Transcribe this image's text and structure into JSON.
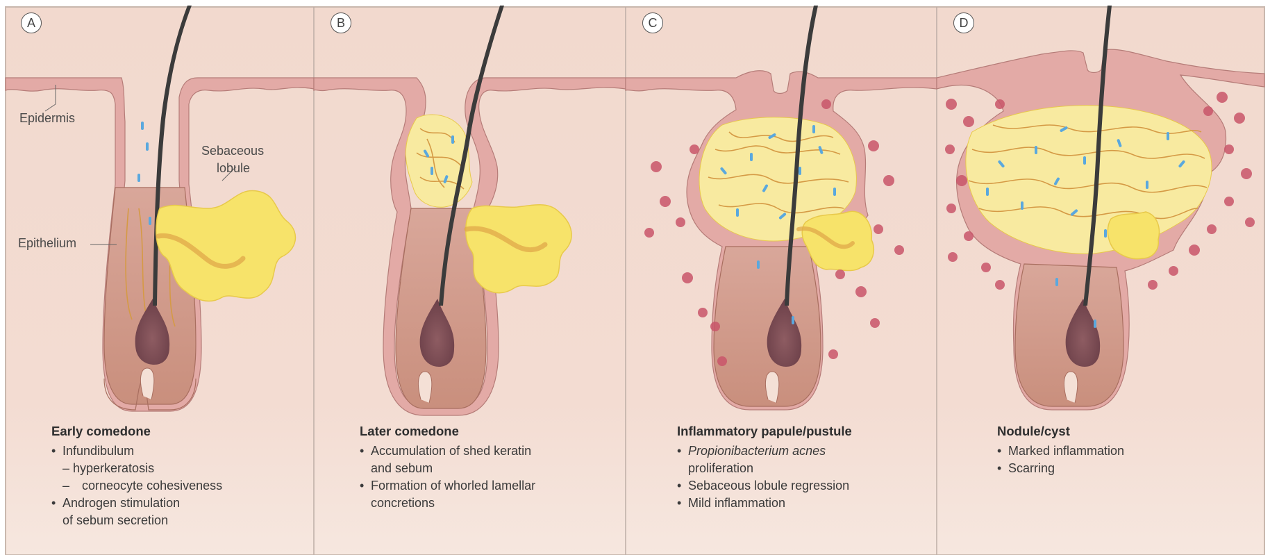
{
  "panels": [
    {
      "letter": "A",
      "caption_title": "Early comedone",
      "labels": {
        "epidermis": "Epidermis",
        "sebaceous_1": "Sebaceous",
        "sebaceous_2": "lobule",
        "epithelium": "Epithelium"
      },
      "bullet1": "Infundibulum",
      "dash1": "– hyperkeratosis",
      "dash2_mark": "–",
      "dash2_text": "corneocyte cohesiveness",
      "bullet2_line1": "Androgen stimulation",
      "bullet2_line2": "of sebum secretion"
    },
    {
      "letter": "B",
      "caption_title": "Later comedone",
      "bullet1_line1": "Accumulation of shed keratin",
      "bullet1_line2": "and sebum",
      "bullet2_line1": "Formation of whorled lamellar",
      "bullet2_line2": "concretions"
    },
    {
      "letter": "C",
      "caption_title": "Inflammatory papule/pustule",
      "bullet1_italic": "Propionibacterium acnes",
      "bullet1_line2": "proliferation",
      "bullet2": "Sebaceous lobule regression",
      "bullet3": "Mild inflammation"
    },
    {
      "letter": "D",
      "caption_title": "Nodule/cyst",
      "bullet1": "Marked inflammation",
      "bullet2": "Scarring"
    }
  ],
  "colors": {
    "background": "#f4e0d6",
    "dermis": "#eccabe",
    "epidermis": "#e3aaa6",
    "follicle_wall": "#c98f7d",
    "hair": "#3b3b3b",
    "sebum": "#f7e36a",
    "inflamed": "#c9566a",
    "bacteria": "#5aa8de",
    "keratin": "#d59a45",
    "border": "#bdaea6"
  }
}
